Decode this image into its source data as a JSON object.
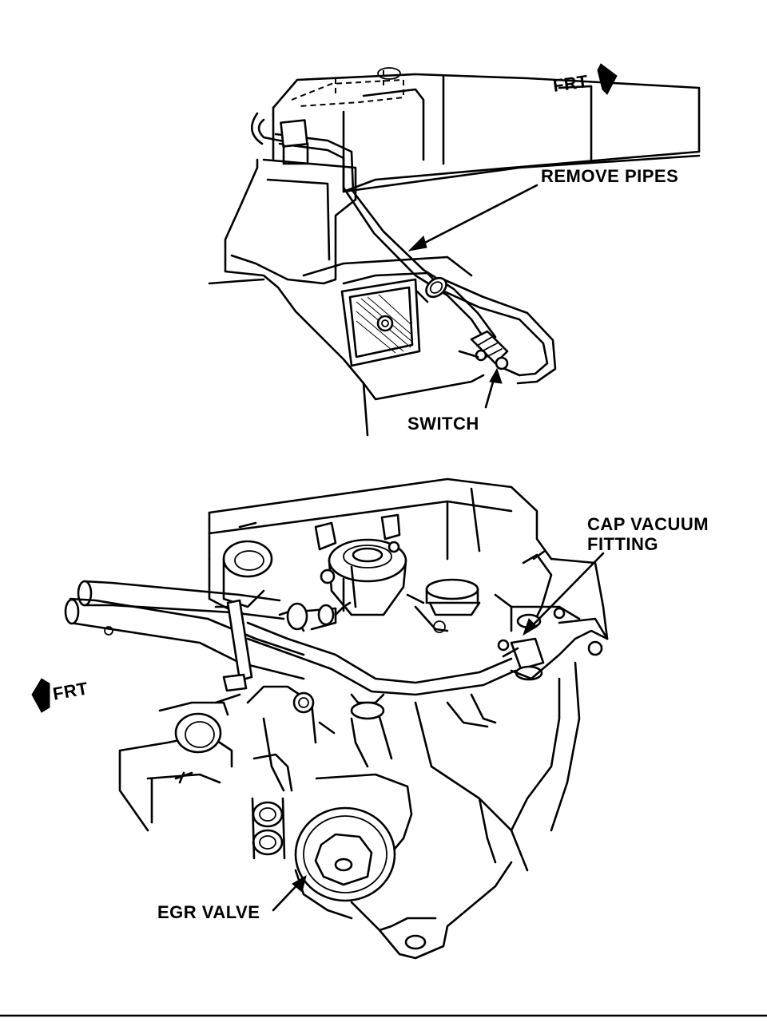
{
  "top_view": {
    "front_label": "FRT",
    "callout_remove_pipes": "REMOVE PIPES",
    "callout_switch": "SWITCH"
  },
  "bottom_view": {
    "front_label": "FRT",
    "callout_cap_vacuum_line1": "CAP VACUUM",
    "callout_cap_vacuum_line2": "FITTING",
    "callout_egr_valve": "EGR VALVE"
  },
  "colors": {
    "ink": "#000000",
    "paper": "#ffffff"
  }
}
